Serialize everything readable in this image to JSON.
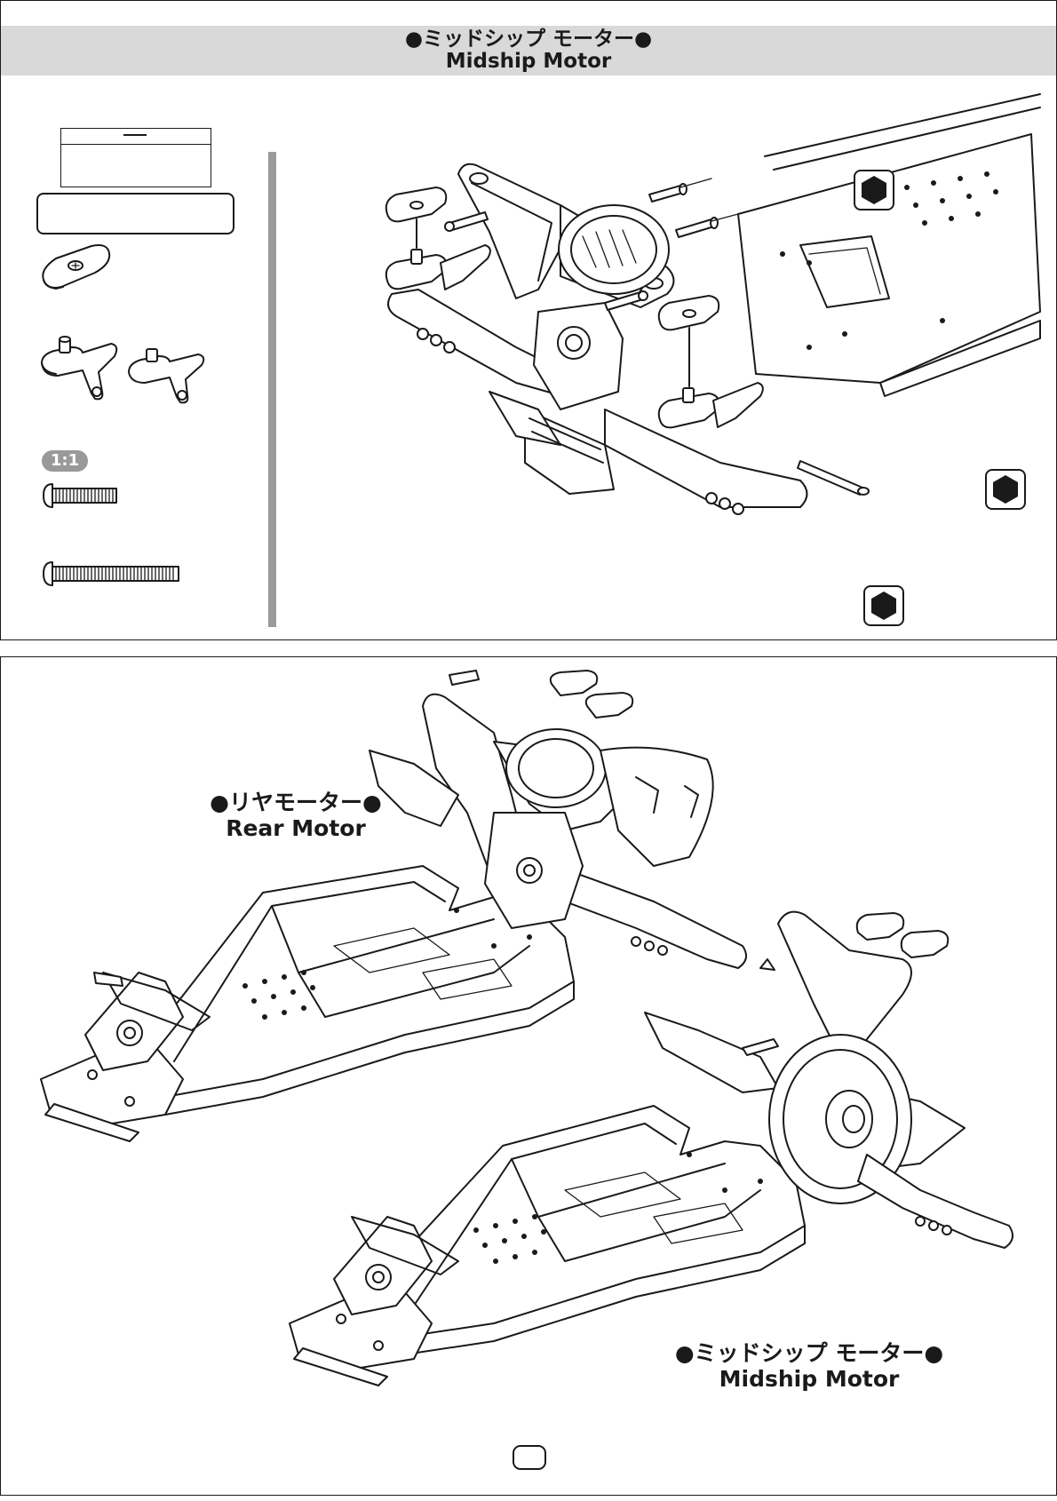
{
  "header": {
    "title_jp": "●ミッドシップ モーター●",
    "title_en": "Midship Motor"
  },
  "parts_panel": {
    "scale_label": "1:1"
  },
  "callouts": {
    "rear_motor_jp": "●リヤモーター●",
    "rear_motor_en": "Rear Motor",
    "midship_motor_jp": "●ミッドシップ モーター●",
    "midship_motor_en": "Midship Motor"
  },
  "icons": {
    "tool": "hex-wrench-icon",
    "spacer": "oval-spacer-icon",
    "mount": "wing-mount-icon",
    "screw": "button-head-screw-icon"
  },
  "colors": {
    "header_band": "#d9d9d9",
    "divider": "#9a9a9a",
    "scale_badge": "#999999",
    "line": "#1a1a1a"
  }
}
